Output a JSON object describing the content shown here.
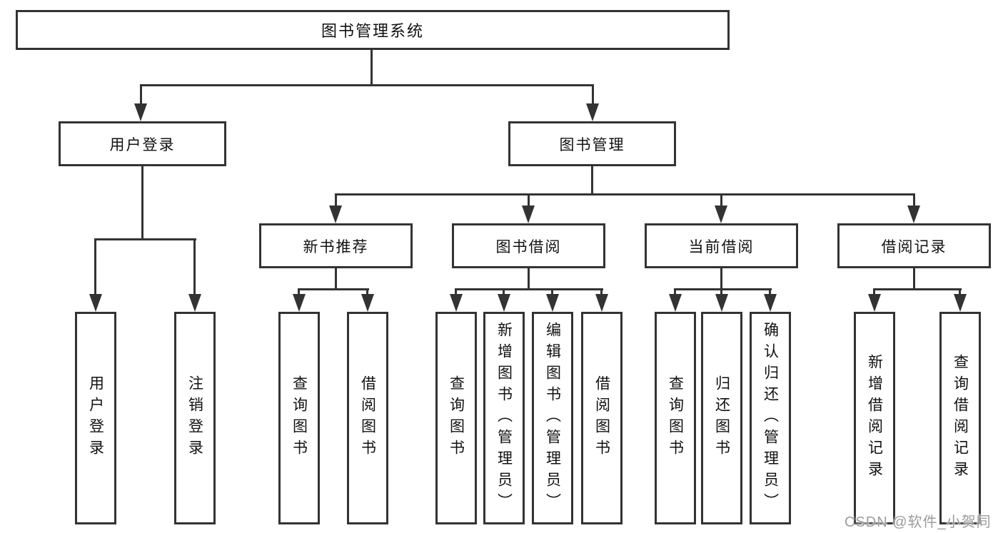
{
  "diagram": {
    "type": "tree",
    "title": "图书管理系统",
    "colors": {
      "line": "#333333",
      "text": "#111111",
      "background": "#ffffff",
      "watermark_text": "#9c9c9c"
    },
    "nodes": {
      "root": "图书管理系统",
      "user_login": "用户登录",
      "book_mgmt": "图书管理",
      "new_book_rec": "新书推荐",
      "book_borrow": "图书借阅",
      "current_borrow": "当前借阅",
      "borrow_record": "借阅记录",
      "ul_user_login": "用户登录",
      "ul_logout": "注销登录",
      "nb_query_book": "查询图书",
      "nb_borrow_book": "借阅图书",
      "bb_query_book": "查询图书",
      "bb_add_book": "新增图书（管理员）",
      "bb_edit_book": "编辑图书（管理员）",
      "bb_borrow_book": "借阅图书",
      "cb_query_book": "查询图书",
      "cb_return_book": "归还图书",
      "cb_confirm_return": "确认归还（管理员）",
      "br_add_record": "新增借阅记录",
      "br_query_record": "查询借阅记录"
    },
    "hierarchy": {
      "图书管理系统": [
        "用户登录",
        "图书管理"
      ],
      "用户登录": [
        "用户登录",
        "注销登录"
      ],
      "图书管理": [
        "新书推荐",
        "图书借阅",
        "当前借阅",
        "借阅记录"
      ],
      "新书推荐": [
        "查询图书",
        "借阅图书"
      ],
      "图书借阅": [
        "查询图书",
        "新增图书（管理员）",
        "编辑图书（管理员）",
        "借阅图书"
      ],
      "当前借阅": [
        "查询图书",
        "归还图书",
        "确认归还（管理员）"
      ],
      "借阅记录": [
        "新增借阅记录",
        "查询借阅记录"
      ]
    },
    "watermark": "CSDN @软件_小贺同学"
  }
}
